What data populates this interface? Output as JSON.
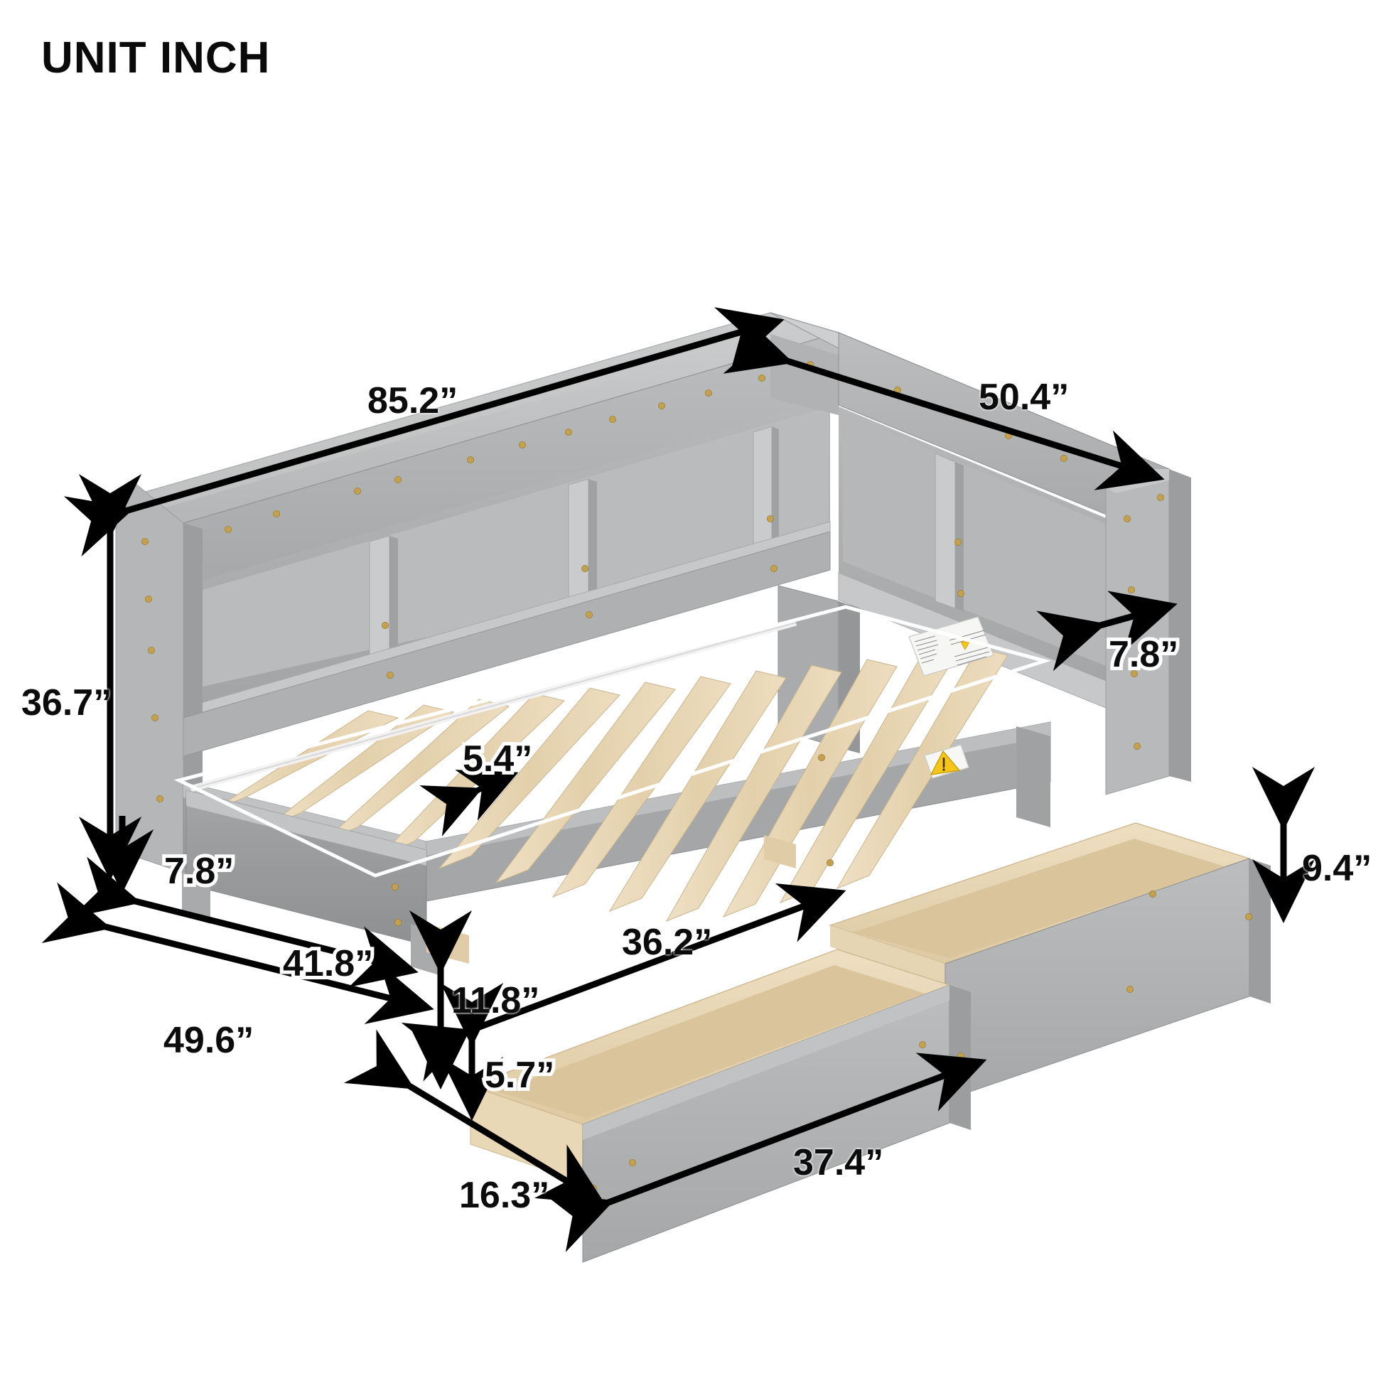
{
  "title": "UNIT INCH",
  "product": {
    "name": "L-shaped bookcase daybed with two storage drawers",
    "colors": {
      "frame_gray": "#a8aaab",
      "panel_gray_light": "#c3c5c6",
      "panel_gray_mid": "#9b9d9e",
      "panel_gray_dark": "#848688",
      "shelf_interior": "#b0b2b3",
      "wood_slat": "#e5d3b3",
      "wood_slat_light": "#efe2c8",
      "wood_drawer": "#e8d7b8",
      "screw_gold": "#c3a14e",
      "warning_yellow": "#f5c518",
      "line_black": "#000000",
      "background": "#ffffff"
    }
  },
  "chart_data": {
    "type": "table",
    "title": "UNIT INCH",
    "unit": "inch",
    "measurements": [
      {
        "id": "headboard-length",
        "label": "85.2”",
        "value": 85.2,
        "describes": "overall bookcase headboard length (long side)"
      },
      {
        "id": "headboard-side-length",
        "label": "50.4”",
        "value": 50.4,
        "describes": "overall bookcase side length (short return)"
      },
      {
        "id": "overall-height",
        "label": "36.7”",
        "value": 36.7,
        "describes": "overall height of bookcase headboard"
      },
      {
        "id": "shelf-depth-right",
        "label": "7.8”",
        "value": 7.8,
        "describes": "bookcase panel thickness / shelf depth at right side"
      },
      {
        "id": "rail-height-left",
        "label": "7.8”",
        "value": 7.8,
        "describes": "side rail height at lower left"
      },
      {
        "id": "slat-width",
        "label": "5.4”",
        "value": 5.4,
        "describes": "wood slat width"
      },
      {
        "id": "bed-width",
        "label": "41.8”",
        "value": 41.8,
        "describes": "bed frame width"
      },
      {
        "id": "bed-outer-width",
        "label": "49.6”",
        "value": 49.6,
        "describes": "overall outer width including bookcase"
      },
      {
        "id": "drawer-inner-length",
        "label": "36.2”",
        "value": 36.2,
        "describes": "drawer box interior length"
      },
      {
        "id": "drawer-front-height",
        "label": "11.8”",
        "value": 11.8,
        "describes": "drawer front panel height"
      },
      {
        "id": "drawer-box-height",
        "label": "5.7”",
        "value": 5.7,
        "describes": "drawer box side height"
      },
      {
        "id": "drawer-depth-right",
        "label": "9.4”",
        "value": 9.4,
        "describes": "drawer height at right end"
      },
      {
        "id": "drawer-width",
        "label": "16.3”",
        "value": 16.3,
        "describes": "drawer depth (front to back)"
      },
      {
        "id": "drawer-front-length",
        "label": "37.4”",
        "value": 37.4,
        "describes": "drawer front panel length"
      }
    ]
  },
  "labels": {
    "d_85_2": "85.2”",
    "d_50_4": "50.4”",
    "d_36_7": "36.7”",
    "d_7_8_right": "7.8”",
    "d_5_4": "5.4”",
    "d_7_8_left": "7.8”",
    "d_41_8": "41.8”",
    "d_49_6": "49.6”",
    "d_36_2": "36.2”",
    "d_11_8": "11.8”",
    "d_5_7": "5.7”",
    "d_9_4": "9.4”",
    "d_16_3": "16.3”",
    "d_37_4": "37.4”"
  },
  "stickers": {
    "instruction_label": "warning-instruction-sticker",
    "warning_triangle": "warning-triangle-sticker"
  }
}
